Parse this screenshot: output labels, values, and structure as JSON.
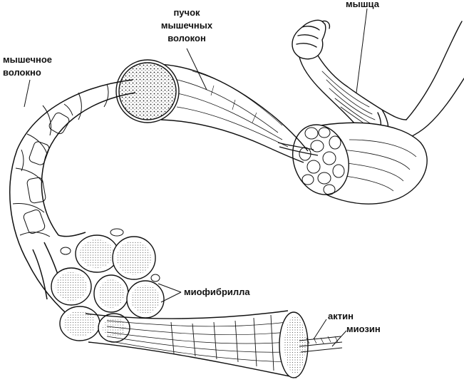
{
  "labels": {
    "muscle": "мышца",
    "bundle_line1": "пучок",
    "bundle_line2": "мышечных",
    "bundle_line3": "волокон",
    "fiber_line1": "мышечное",
    "fiber_line2": "волокно",
    "myofibril": "миофибрилла",
    "actin": "актин",
    "myosin": "миозин"
  },
  "colors": {
    "ink": "#111111",
    "paper": "#ffffff"
  }
}
